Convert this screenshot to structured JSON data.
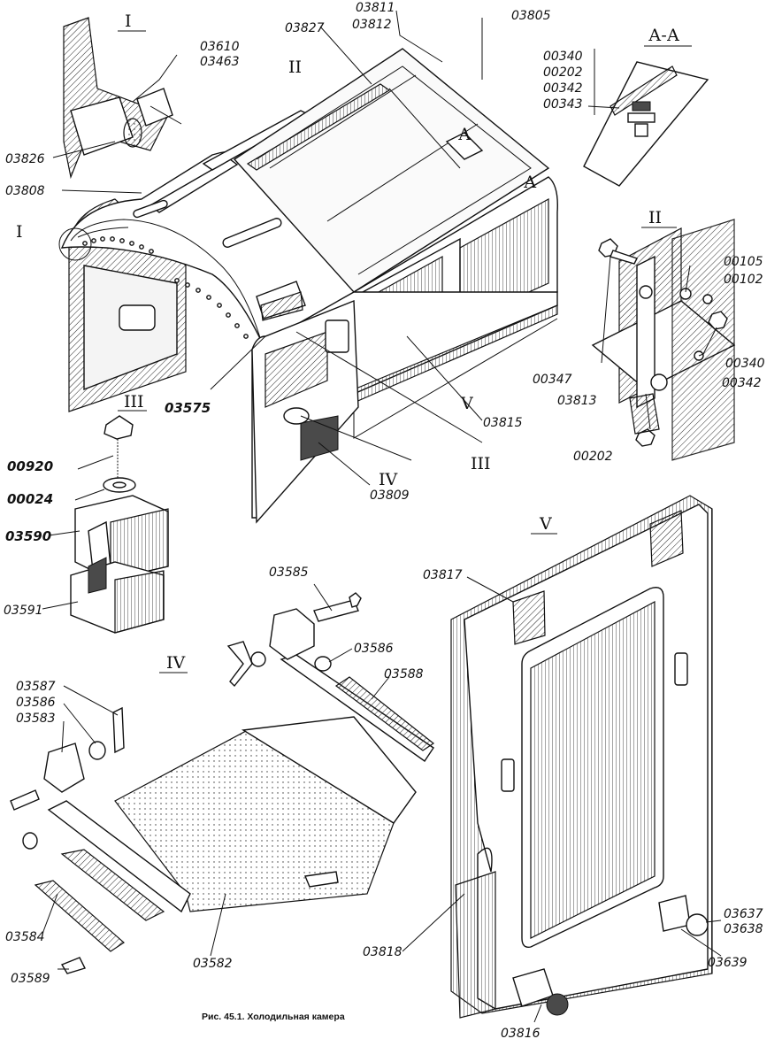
{
  "caption": "Рис. 45.1. Холодильная камера",
  "detail_views": {
    "I": "I",
    "II": "II",
    "III": "III",
    "IV": "IV",
    "V": "V",
    "AA": "А-А",
    "A": "А"
  },
  "labels": {
    "p03811_03812": [
      "03811",
      "03812"
    ],
    "p03827": "03827",
    "p03805": "03805",
    "p03610_03463": [
      "03610",
      "03463"
    ],
    "p03826": "03826",
    "p03808": "03808",
    "p00340_group": [
      "00340",
      "00202",
      "00342",
      "00343"
    ],
    "p00105": "00105",
    "p00102": "00102",
    "p00340": "00340",
    "p00342": "00342",
    "p00347": "00347",
    "p03813": "03813",
    "p00202": "00202",
    "p03575": "03575",
    "p03815": "03815",
    "p03809": "03809",
    "p00920": "00920",
    "p00024": "00024",
    "p03590": "03590",
    "p03591": "03591",
    "p03585": "03585",
    "p03586a": "03586",
    "p03588": "03588",
    "p03587_group": [
      "03587",
      "03586",
      "03583"
    ],
    "p03584": "03584",
    "p03589": "03589",
    "p03582": "03582",
    "p03817": "03817",
    "p03818": "03818",
    "p03637_03638": [
      "03637",
      "03638"
    ],
    "p03639": "03639",
    "p03816": "03816"
  }
}
